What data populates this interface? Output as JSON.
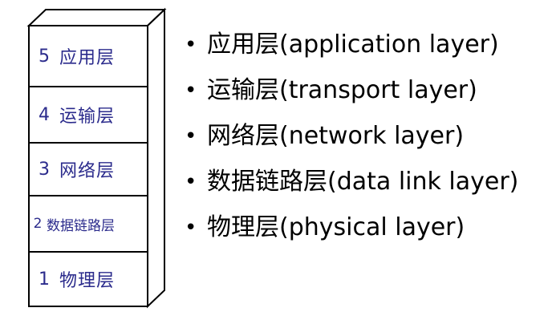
{
  "layers": [
    {
      "num": "5",
      "name": "应用层"
    },
    {
      "num": "4",
      "name": "运输层"
    },
    {
      "num": "3",
      "name": "网络层"
    },
    {
      "num": "2",
      "name": "数据链路层"
    },
    {
      "num": "1",
      "name": "物理层"
    }
  ],
  "bullets": [
    "应用层(application layer)",
    "运输层(transport layer)",
    "网络层(network layer)",
    "数据链路层(data link layer)",
    "物理层(physical layer)"
  ],
  "colors": {
    "layer_text": "#2b2b8c",
    "outline": "#000000",
    "bullet_text": "#000000"
  }
}
